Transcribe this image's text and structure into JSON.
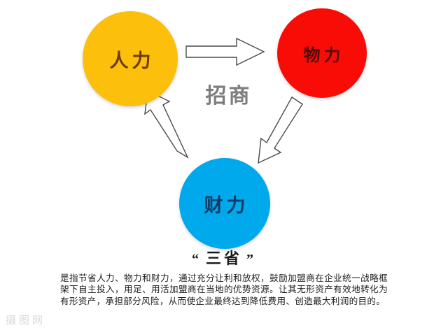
{
  "diagram": {
    "center_caption": "招商",
    "nodes": [
      {
        "id": "renli",
        "label": "人力",
        "color": "#FBBF0C",
        "position": "top-left"
      },
      {
        "id": "wuli",
        "label": "物力",
        "color": "#F90B06",
        "position": "top-right"
      },
      {
        "id": "caili",
        "label": "财力",
        "color": "#00A8EC",
        "position": "bottom-center"
      }
    ],
    "arrows": [
      {
        "id": "renli-to-wuli",
        "from": "人力",
        "to": "物力",
        "direction": "right"
      },
      {
        "id": "wuli-to-caili",
        "from": "物力",
        "to": "财力",
        "direction": "down-left"
      },
      {
        "id": "caili-to-renli",
        "from": "财力",
        "to": "人力",
        "direction": "up-left"
      }
    ]
  },
  "caption": {
    "quote_open": "“",
    "title": "三省",
    "quote_close": "”",
    "paragraph": "是指节省人力、物力和财力，通过充分让利和放权，鼓励加盟商在企业统一战略框架下自主投入，用足、用活加盟商在当地的优势资源。让其无形资产有效地转化为有形资产，承担部分风险，从而使企业最终达到降低费用、创造最大利润的目的。"
  },
  "watermark": {
    "text": "摄图网"
  }
}
